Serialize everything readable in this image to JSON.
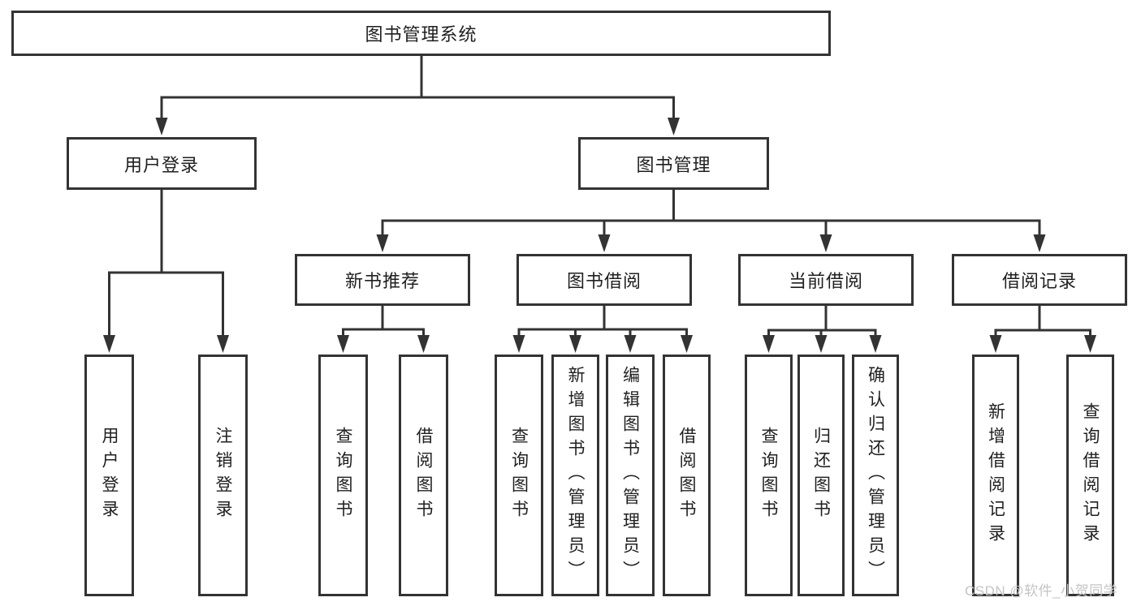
{
  "diagram": {
    "title": "图书管理系统",
    "tree": {
      "label": "图书管理系统",
      "children": [
        {
          "label": "用户登录",
          "children": [
            {
              "label": "用户登录"
            },
            {
              "label": "注销登录"
            }
          ]
        },
        {
          "label": "图书管理",
          "children": [
            {
              "label": "新书推荐",
              "children": [
                {
                  "label": "查询图书"
                },
                {
                  "label": "借阅图书"
                }
              ]
            },
            {
              "label": "图书借阅",
              "children": [
                {
                  "label": "查询图书"
                },
                {
                  "label": "新增图书（管理员）"
                },
                {
                  "label": "编辑图书（管理员）"
                },
                {
                  "label": "借阅图书"
                }
              ]
            },
            {
              "label": "当前借阅",
              "children": [
                {
                  "label": "查询图书"
                },
                {
                  "label": "归还图书"
                },
                {
                  "label": "确认归还（管理员）"
                }
              ]
            },
            {
              "label": "借阅记录",
              "children": [
                {
                  "label": "新增借阅记录"
                },
                {
                  "label": "查询借阅记录"
                }
              ]
            }
          ]
        }
      ]
    }
  },
  "watermark": {
    "text": "CSDN @软件_小贺同学"
  },
  "colors": {
    "line": "#333333",
    "text": "#1f1f1f",
    "watermark": "#c4c4c4",
    "background": "#ffffff"
  }
}
